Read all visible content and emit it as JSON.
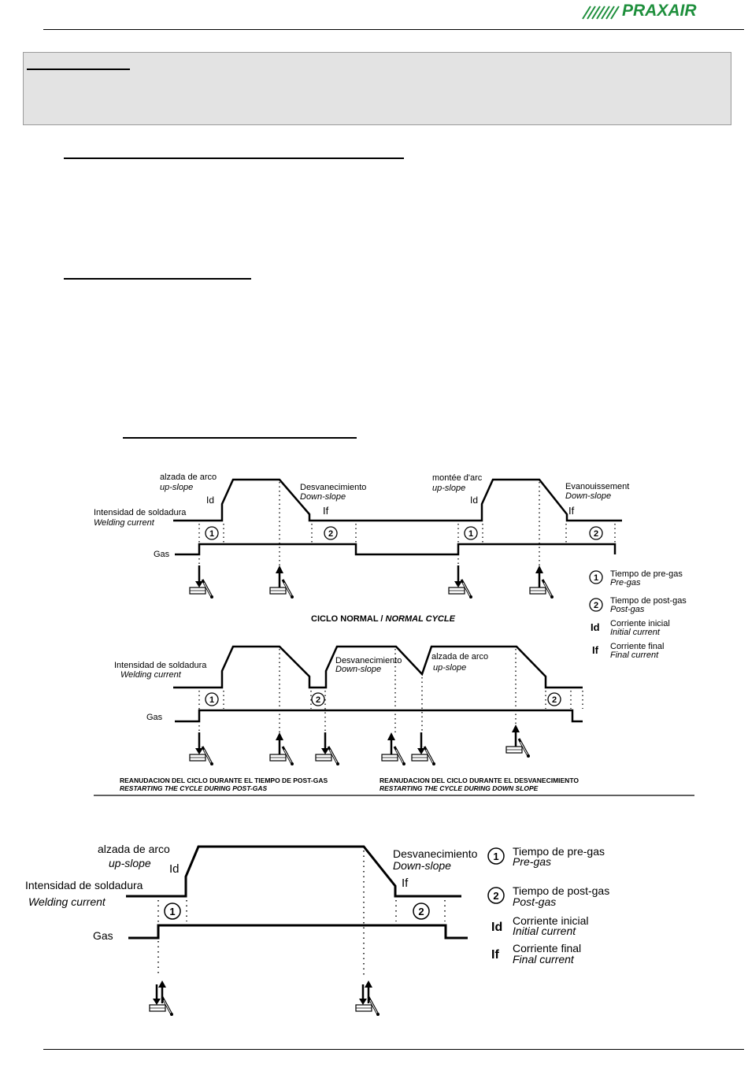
{
  "header": {
    "brand": "PRAXAIR"
  },
  "diagram1": {
    "upslope_es": "alzada de arco",
    "upslope_en": "up-slope",
    "upslope_fr": "montée d'arc",
    "downslope_es": "Desvanecimiento",
    "downslope_en": "Down-slope",
    "downslope_fr": "Evanouissement",
    "welding_es": "Intensidad de soldadura",
    "welding_en": "Welding current",
    "gas": "Gas",
    "id_label": "Id",
    "if_label": "If",
    "caption_es": "CICLO NORMAL / ",
    "caption_en": "NORMAL CYCLE"
  },
  "diagram2": {
    "welding_es": "Intensidad de soldadura",
    "welding_en": "Welding current",
    "gas": "Gas",
    "downslope_es": "Desvanecimiento",
    "downslope_en": "Down-slope",
    "upslope_es": "alzada de arco",
    "upslope_en": "up-slope",
    "caption1_es": "REANUDACION DEL CICLO DURANTE EL TIEMPO DE POST-GAS",
    "caption1_en": "RESTARTING THE CYCLE DURING POST-GAS",
    "caption2_es": "REANUDACION DEL CICLO DURANTE EL DESVANECIMIENTO",
    "caption2_en": "RESTARTING  THE CYCLE DURING DOWN SLOPE"
  },
  "legend": [
    {
      "symbol": "1",
      "es": "Tiempo de pre-gas",
      "en": "Pre-gas"
    },
    {
      "symbol": "2",
      "es": "Tiempo de post-gas",
      "en": "Post-gas"
    },
    {
      "symbol": "Id",
      "es": "Corriente inicial",
      "en": "Initial current"
    },
    {
      "symbol": "If",
      "es": "Corriente final",
      "en": "Final current"
    }
  ],
  "diagram3": {
    "upslope_es": "alzada de arco",
    "upslope_en": "up-slope",
    "downslope_es": "Desvanecimiento",
    "downslope_en": "Down-slope",
    "welding_es": "Intensidad de soldadura",
    "welding_en": "Welding current",
    "gas": "Gas",
    "id_label": "Id",
    "if_label": "If"
  },
  "colors": {
    "brand_green": "#1e8f3c",
    "note_bg": "#e3e3e3"
  }
}
